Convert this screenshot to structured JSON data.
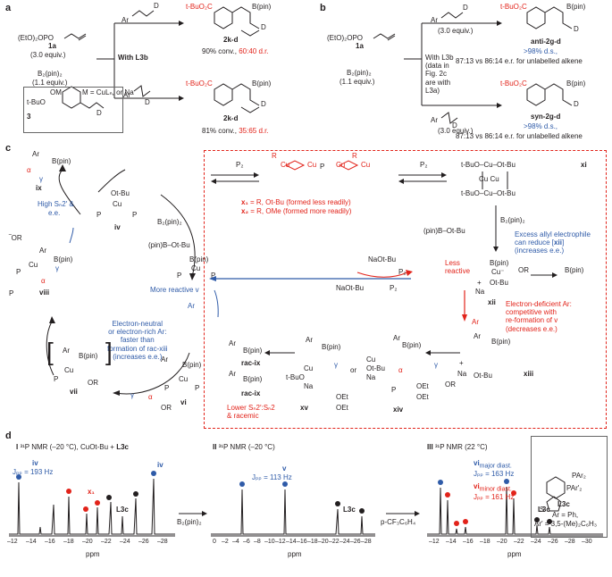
{
  "panels": {
    "a": "a",
    "b": "b",
    "c": "c",
    "d": "d"
  },
  "panel_a": {
    "reagent1": "(EtO)₂OPO",
    "reagent1_label": "1a",
    "reagent1_eq": "(3.0 equiv.)",
    "reagent2": "B₂(pin)₂",
    "reagent2_eq": "(1.1 equiv.)",
    "conditions": "With L3b",
    "box_label": "M = CuLₙ, or Na",
    "box_compound": "3",
    "box_group": "t-BuO",
    "box_om": "OM",
    "top_alkene": "Ar",
    "bottom_alkene": "Ar",
    "top_product_ester": "t-BuO₂C",
    "top_product_bpin": "B(pin)",
    "top_product_label": "2k-d",
    "top_result_conv": "90% conv.,",
    "top_result_dr": "60:40 d.r.",
    "bottom_product_ester": "t-BuO₂C",
    "bottom_product_bpin": "B(pin)",
    "bottom_product_label": "2k-d",
    "bottom_result_conv": "81% conv.,",
    "bottom_result_dr": "35:65 d.r.",
    "deuterium": "D"
  },
  "panel_b": {
    "reagent1": "(EtO)₂OPO",
    "reagent1_label": "1a",
    "reagent2": "B₂(pin)₂",
    "reagent2_eq": "(1.1 equiv.)",
    "conditions_1": "With L3b",
    "conditions_2": "(data in",
    "conditions_3": "Fig. 2c",
    "conditions_4": "are with",
    "conditions_5": "L3a)",
    "top_alkene": "Ar",
    "top_eq": "(3.0 equiv.)",
    "bottom_alkene": "Ar",
    "bottom_eq": "(3.0 equiv.)",
    "top_product_ester": "t-BuO₂C",
    "top_product_bpin": "B(pin)",
    "top_label": "anti-2g-d",
    "top_ds": ">98% d.s.,",
    "top_ratio": "87:13 vs 86:14 e.r. for unlabelled alkene",
    "bottom_product_ester": "t-BuO₂C",
    "bottom_product_bpin": "B(pin)",
    "bottom_label": "syn-2g-d",
    "bottom_ds": ">98% d.s.,",
    "bottom_ratio": "87:13 vs 86:14 e.r. for unlabelled alkene",
    "deuterium": "D"
  },
  "panel_c": {
    "ix_label": "ix",
    "ix_bpin": "B(pin)",
    "ix_ar": "Ar",
    "alpha": "α",
    "gamma": "γ",
    "high_sn2": "High Sₙ2′ &",
    "high_sn2_2": "e.e.",
    "or_label": "‾OR",
    "viii_label": "viii",
    "viii_bpin": "B(pin)",
    "iv_label": "iv",
    "iv_group": "Ot-Bu",
    "iv_cu": "Cu",
    "p": "P",
    "b2pin2": "B₂(pin)₂",
    "pinbotbu": "(pin)B–Ot-Bu",
    "v_label": "More reactive v",
    "v_bpin": "B(pin)",
    "electron_text_1": "Electron-neutral",
    "electron_text_2": "or electron-rich Ar:",
    "electron_text_3": "faster than",
    "electron_text_4": "formation of rac-xiii",
    "electron_text_5": "(increases e.e.)",
    "ar": "Ar",
    "vi_label": "vi",
    "vi_bpin": "B(pin)",
    "vii_label": "vii",
    "vii_bpin": "B(pin)",
    "vii_or": "OR",
    "x_label_1": "x₁ = R, Ot-Bu (formed less readily)",
    "x_label_2": "x₂ = R, OMe (formed more readily)",
    "x_r": "R",
    "x_o": "O",
    "x_cu": "Cu",
    "x_p": "P",
    "p2": "P₂",
    "xi_label": "xi",
    "xi_top": "t-BuO–Cu–Ot-Bu",
    "xi_mid1": "Cu      Cu",
    "xi_bottom": "t-BuO–Cu–Ot-Bu",
    "pinbotbu_2": "(pin)B–Ot-Bu",
    "b2pin2_2": "B₂(pin)₂",
    "excess_1": "Excess allyl electrophile",
    "excess_2": "can reduce [xii]",
    "excess_3": "(increases e.e.)",
    "less_reactive_1": "Less",
    "less_reactive_2": "reactive",
    "xii_label": "xii",
    "xii_cu": "Cu⁻",
    "xii_na": "Na",
    "xii_otbu": "Ot-Bu",
    "xii_bpin": "B(pin)",
    "xii_or": "OR",
    "naotbu": "NaOt-Bu",
    "naotbu_2": "NaOt-Bu",
    "electron_deficient_1": "Electron-deficient Ar:",
    "electron_deficient_2": "competitive with",
    "electron_deficient_3": "re-formation of v",
    "electron_deficient_4": "(decreases e.e.)",
    "xiii_label": "xiii",
    "xiii_na": "Na",
    "xiii_otbu": "Ot-Bu",
    "xiii_bpin": "B(pin)",
    "xiv_label": "xiv",
    "xiv_bpin": "B(pin)",
    "xiv_oet": "OEt",
    "xiv_oet2": "OEt",
    "xiv_p": "P",
    "xiv_or": "OR",
    "xv_label": "xv",
    "xv_bpin": "B(pin)",
    "xv_oet": "OEt",
    "xv_oet2": "OEt",
    "or_word": "or",
    "rac_ix_1": "rac-ix",
    "rac_ix_2": "rac-ix",
    "rac_bpin_1": "B(pin)",
    "rac_bpin_2": "B(pin)",
    "lower_sn2_1": "Lower Sₙ2′:Sₙ2",
    "lower_sn2_2": "& racemic",
    "cu_na": "Cu",
    "tbuo": "t-BuO",
    "na": "Na"
  },
  "panel_d": {
    "spec1_title": "I ³¹P NMR (–20 °C), CuOt-Bu + L3c",
    "spec1_iv": "iv",
    "spec1_iv2": "iv",
    "spec1_jpp": "Jₚₚ = 193 Hz",
    "spec1_x1": "x₁",
    "spec1_l3c": "L3c",
    "spec1_ticks": [
      "–12",
      "–14",
      "–16",
      "–18",
      "–20",
      "–22",
      "–24",
      "–26",
      "–28"
    ],
    "spec1_unit": "ppm",
    "arrow1_label": "B₂(pin)₂",
    "spec2_title": "II ³¹P NMR (–20 °C)",
    "spec2_v": "v",
    "spec2_jpp": "Jₚₚ = 113 Hz",
    "spec2_l3c": "L3c",
    "spec2_ticks": [
      "0",
      "–2",
      "–4",
      "–6",
      "–8",
      "–10",
      "–12",
      "–14",
      "–16",
      "–18",
      "–20",
      "–22",
      "–24",
      "–26",
      "–28"
    ],
    "spec2_unit": "ppm",
    "arrow2_label": "p-CF₃C₆H₄",
    "spec3_title": "III ³¹P NMR (22 °C)",
    "spec3_vi_major": "vi",
    "spec3_vi_major_sub": "major diast.",
    "spec3_jpp_major": "Jₚₚ = 163 Hz",
    "spec3_vi_minor": "vi",
    "spec3_vi_minor_sub": "minor diast.",
    "spec3_jpp_minor": "Jₚₚ = 161 Hz",
    "spec3_l3c": "L3c",
    "spec3_ticks": [
      "–12",
      "–14",
      "–16",
      "–18",
      "–20",
      "–22",
      "–24",
      "–26",
      "–28",
      "–30"
    ],
    "spec3_unit": "ppm",
    "ligand_label": "L3c",
    "ligand_ar": "Ar = Ph,",
    "ligand_ar2": "Ar′ = 3,5-(Me)₂C₆H₃",
    "ligand_par2": "PAr₂",
    "ligand_par2b": "PAr′₂",
    "ligand_s": "S"
  },
  "colors": {
    "red": "#e2231a",
    "blue": "#2f5ba8",
    "black": "#231f20"
  }
}
